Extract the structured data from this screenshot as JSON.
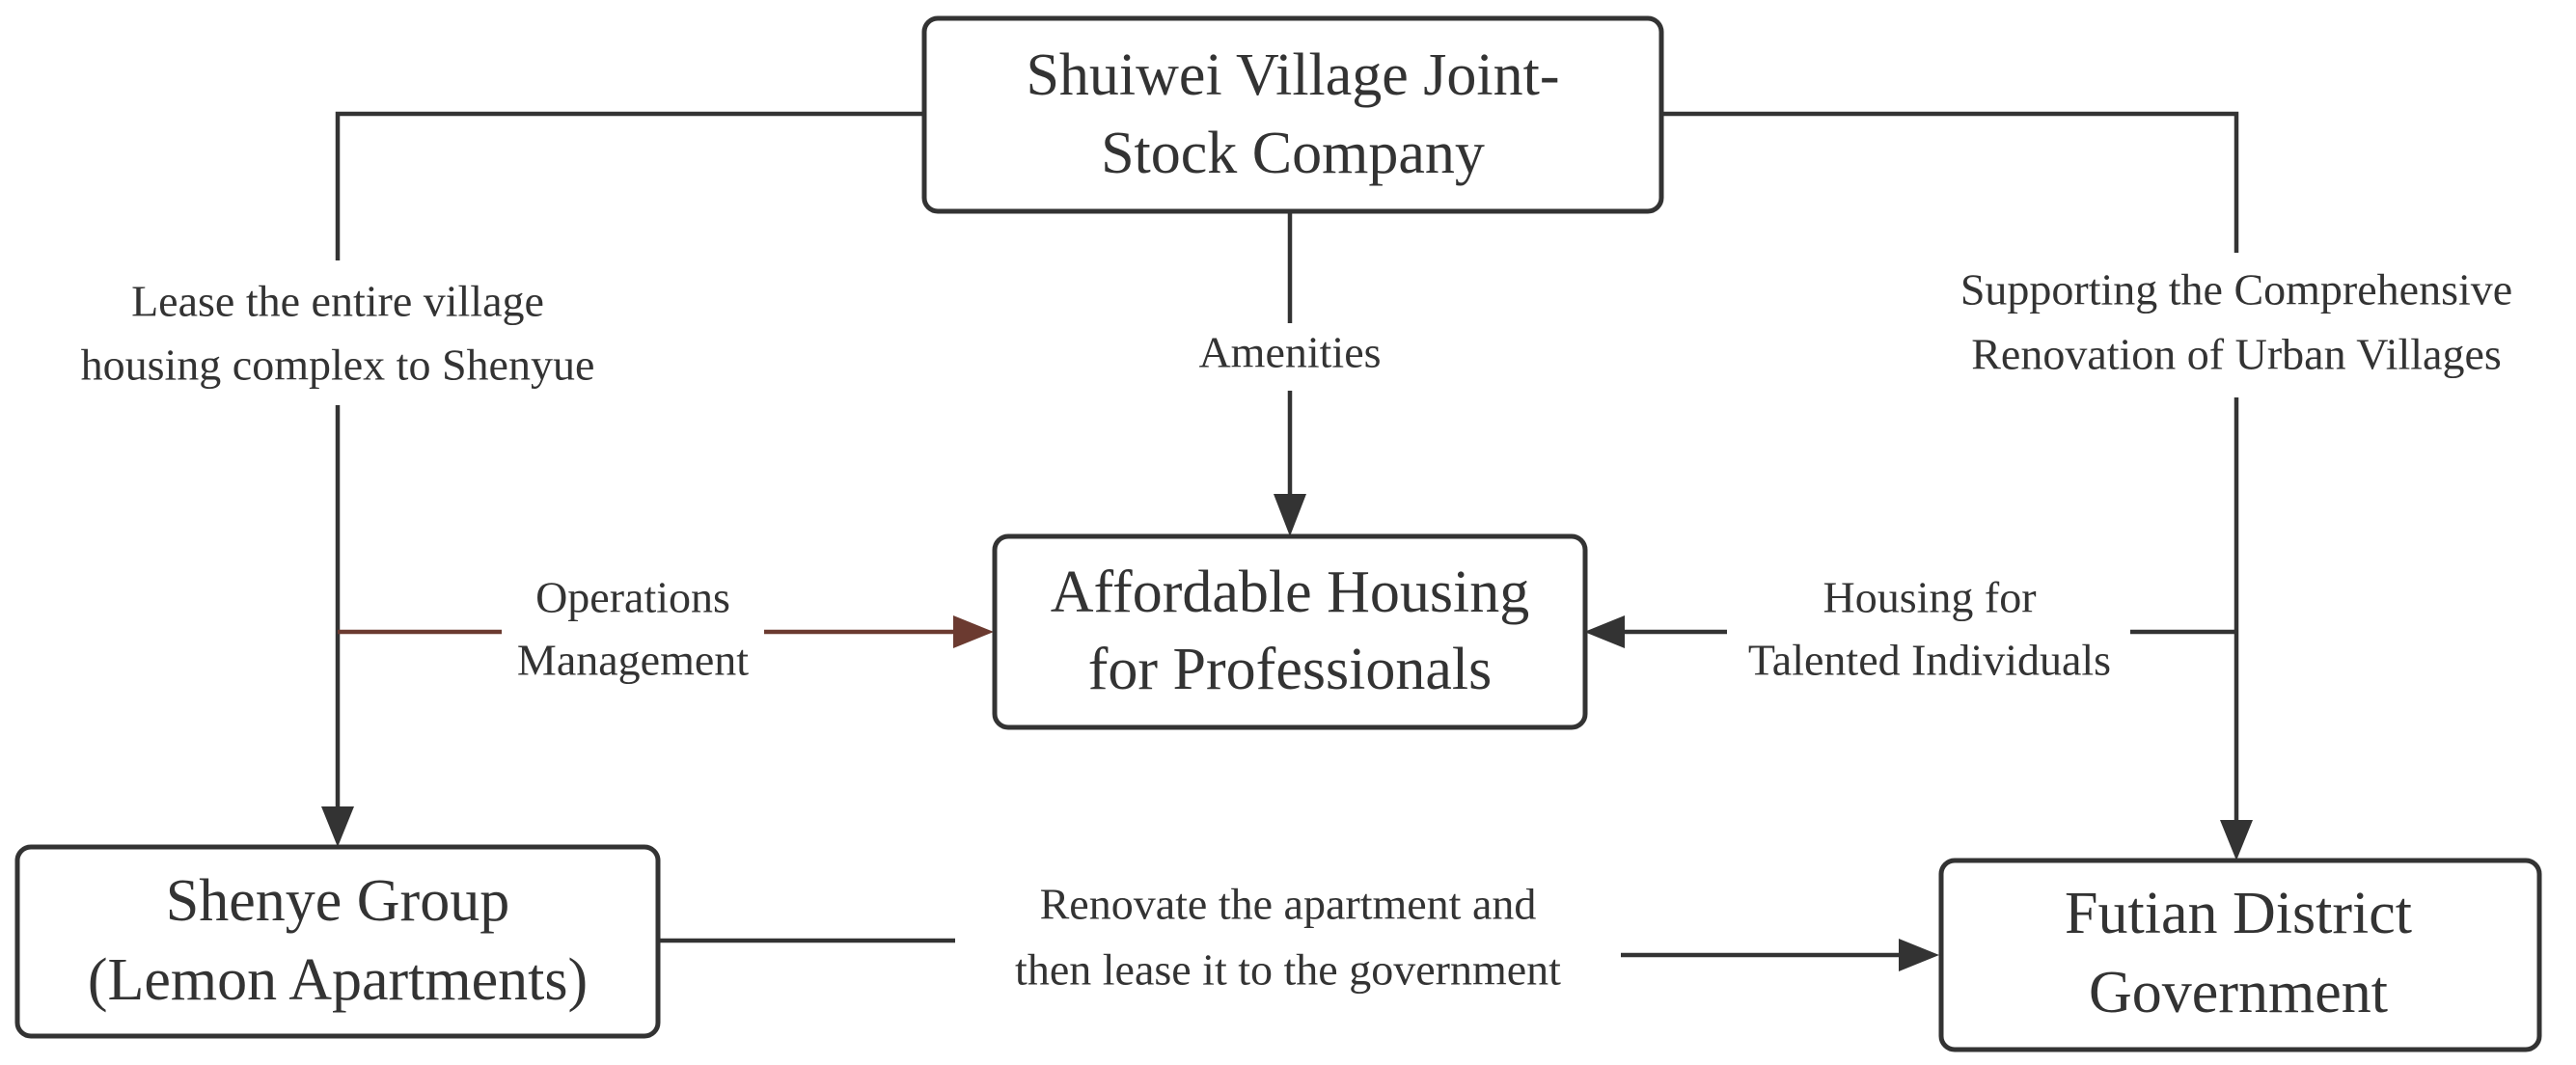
{
  "nodes": {
    "shuiwei": {
      "line1": "Shuiwei Village Joint-",
      "line2": "Stock Company"
    },
    "affordable": {
      "line1": "Affordable Housing",
      "line2": "for Professionals"
    },
    "shenye": {
      "line1": "Shenye Group",
      "line2": "(Lemon Apartments)"
    },
    "futian": {
      "line1": "Futian District",
      "line2": "Government"
    }
  },
  "edges": {
    "lease": {
      "line1": "Lease the entire village",
      "line2": "housing complex to Shenyue"
    },
    "amenities": {
      "line1": "Amenities"
    },
    "supporting": {
      "line1": "Supporting the Comprehensive",
      "line2": "Renovation of Urban Villages"
    },
    "operations": {
      "line1": "Operations",
      "line2": "Management"
    },
    "housing": {
      "line1": "Housing for",
      "line2": "Talented Individuals"
    },
    "renovate": {
      "line1": "Renovate the apartment and",
      "line2": "then lease it to the government"
    }
  },
  "colors": {
    "stroke": "#333333",
    "operations_edge": "#6b3a30",
    "background": "#ffffff"
  }
}
